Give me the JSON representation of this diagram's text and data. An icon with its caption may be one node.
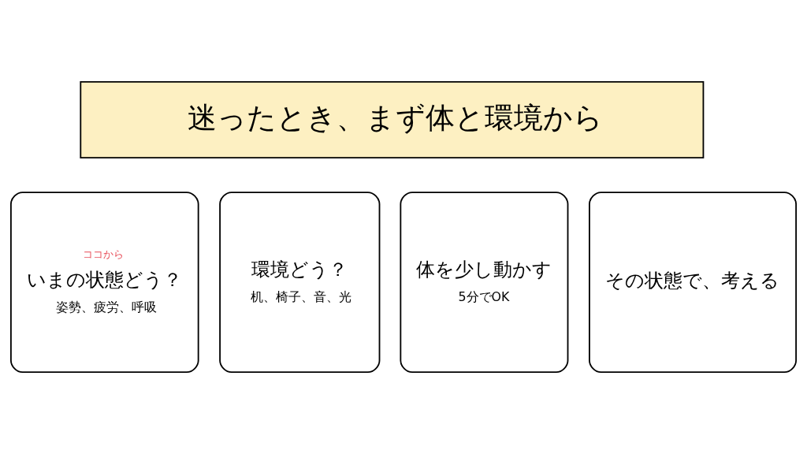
{
  "diagram": {
    "nodes": [
      {
        "text": [
          "迷ったとき、まず体と環境から"
        ]
      },
      {
        "text": [
          "ココから",
          "いまの状態どう？",
          "姿勢、疲労、呼吸"
        ]
      },
      {
        "text": [
          "環境どう？",
          "机、椅子、音、光"
        ]
      },
      {
        "text": [
          "体を少し動かす",
          "5分でOK"
        ]
      },
      {
        "text": [
          "その状態で、考える"
        ]
      }
    ],
    "edges": []
  }
}
